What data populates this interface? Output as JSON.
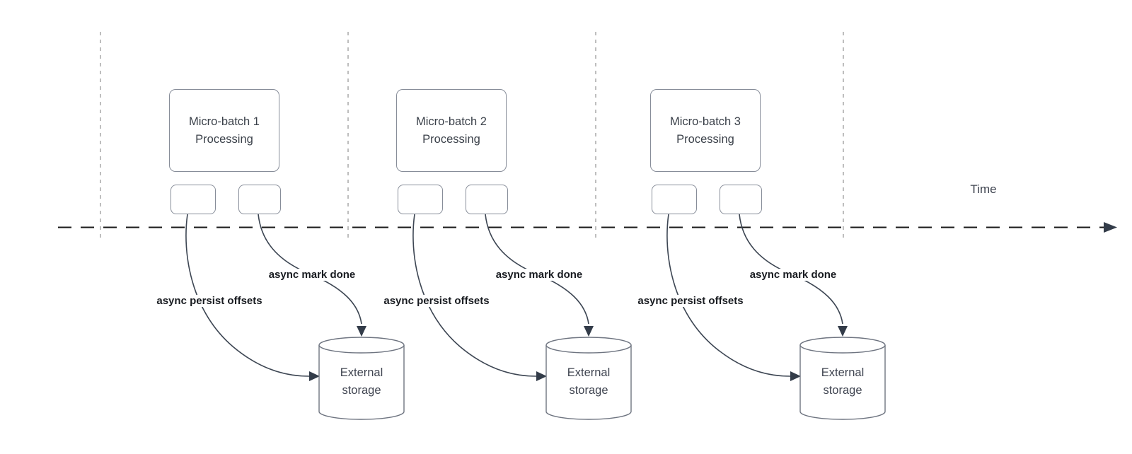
{
  "colors": {
    "edge_stroke": "#3d4653",
    "arrowhead": "#333c49",
    "box_border": "#878d99",
    "cylinder_border": "#6e7480",
    "timeline": "#1a1a1a",
    "guide_line": "#a9a9a9",
    "box_text": "#3a4049",
    "flow_label_text": "#181b20"
  },
  "diagram": {
    "time_label": "Time",
    "groups": [
      {
        "title": "Micro-batch 1\nProcessing",
        "persist_label": "async persist offsets",
        "mark_label": "async mark done",
        "storage_label": "External\nstorage"
      },
      {
        "title": "Micro-batch 2\nProcessing",
        "persist_label": "async persist offsets",
        "mark_label": "async mark done",
        "storage_label": "External\nstorage"
      },
      {
        "title": "Micro-batch 3\nProcessing",
        "persist_label": "async persist offsets",
        "mark_label": "async mark done",
        "storage_label": "External\nstorage"
      }
    ]
  }
}
